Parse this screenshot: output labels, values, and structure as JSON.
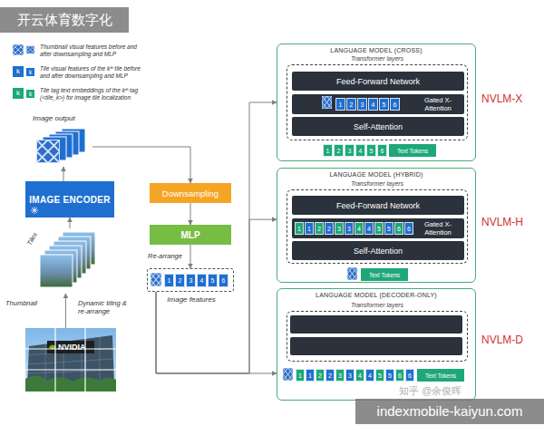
{
  "diagram": {
    "nodes": [
      {
        "text": [
          "Image output"
        ]
      },
      {
        "text": [
          "IMAGE ENCODER"
        ]
      },
      {
        "text": [
          "Tiles",
          "Thumbnail"
        ]
      },
      {
        "text": [
          "NVIDIA"
        ]
      },
      {
        "text": [
          "Downsampling"
        ]
      },
      {
        "text": [
          "MLP"
        ]
      },
      {
        "text": [
          "Image features"
        ]
      },
      {
        "text": [
          "1"
        ],
        "in": 6
      },
      {
        "text": [
          "2"
        ],
        "in": 6
      },
      {
        "text": [
          "3"
        ],
        "in": 6
      },
      {
        "text": [
          "4"
        ],
        "in": 6
      },
      {
        "text": [
          "5"
        ],
        "in": 6
      },
      {
        "text": [
          "6"
        ],
        "in": 6
      },
      {
        "text": [
          "LANGUAGE MODEL (CROSS)"
        ]
      },
      {
        "text": [
          "Transformer layers"
        ],
        "in": 13
      },
      {
        "text": [
          "Feed-Forward Network"
        ],
        "in": 14
      },
      {
        "text": [
          "Gated X-Attention"
        ],
        "in": 14
      },
      {
        "text": [
          "1"
        ],
        "in": 16
      },
      {
        "text": [
          "2"
        ],
        "in": 16
      },
      {
        "text": [
          "3"
        ],
        "in": 16
      },
      {
        "text": [
          "4"
        ],
        "in": 16
      },
      {
        "text": [
          "5"
        ],
        "in": 16
      },
      {
        "text": [
          "6"
        ],
        "in": 16
      },
      {
        "text": [
          "Self-Attention"
        ],
        "in": 14
      },
      {
        "text": [
          "1"
        ],
        "in": 13
      },
      {
        "text": [
          "2"
        ],
        "in": 13
      },
      {
        "text": [
          "3"
        ],
        "in": 13
      },
      {
        "text": [
          "4"
        ],
        "in": 13
      },
      {
        "text": [
          "5"
        ],
        "in": 13
      },
      {
        "text": [
          "6"
        ],
        "in": 13
      },
      {
        "text": [
          "Text Tokens"
        ],
        "in": 13
      },
      {
        "text": [
          "LANGUAGE MODEL (HYBRID)"
        ]
      },
      {
        "text": [
          "Transformer layers"
        ],
        "in": 31
      },
      {
        "text": [
          "Feed-Forward Network"
        ],
        "in": 32
      },
      {
        "text": [
          "Gated X-Attention"
        ],
        "in": 32
      },
      {
        "text": [
          "1"
        ],
        "in": 34
      },
      {
        "text": [
          "1"
        ],
        "in": 34
      },
      {
        "text": [
          "2"
        ],
        "in": 34
      },
      {
        "text": [
          "2"
        ],
        "in": 34
      },
      {
        "text": [
          "3"
        ],
        "in": 34
      },
      {
        "text": [
          "3"
        ],
        "in": 34
      },
      {
        "text": [
          "4"
        ],
        "in": 34
      },
      {
        "text": [
          "4"
        ],
        "in": 34
      },
      {
        "text": [
          "5"
        ],
        "in": 34
      },
      {
        "text": [
          "5"
        ],
        "in": 34
      },
      {
        "text": [
          "6"
        ],
        "in": 34
      },
      {
        "text": [
          "6"
        ],
        "in": 34
      },
      {
        "text": [
          "Self-Attention"
        ],
        "in": 32
      },
      {
        "text": [
          "Text Tokens"
        ],
        "in": 31
      },
      {
        "text": [
          "LANGUAGE MODEL (DECODER-ONLY)"
        ]
      },
      {
        "text": [
          "Transformer layers"
        ],
        "in": 49
      },
      {
        "text": [
          "1"
        ],
        "in": 49
      },
      {
        "text": [
          "1"
        ],
        "in": 49
      },
      {
        "text": [
          "2"
        ],
        "in": 49
      },
      {
        "text": [
          "2"
        ],
        "in": 49
      },
      {
        "text": [
          "3"
        ],
        "in": 49
      },
      {
        "text": [
          "3"
        ],
        "in": 49
      },
      {
        "text": [
          "4"
        ],
        "in": 49
      },
      {
        "text": [
          "4"
        ],
        "in": 49
      },
      {
        "text": [
          "5"
        ],
        "in": 49
      },
      {
        "text": [
          "5"
        ],
        "in": 49
      },
      {
        "text": [
          "6"
        ],
        "in": 49
      },
      {
        "text": [
          "6"
        ],
        "in": 49
      },
      {
        "text": [
          "Text Tokens"
        ],
        "in": 49
      }
    ],
    "edges": [
      {
        "from": 3,
        "to": 2,
        "arrow": "to",
        "label": "Dynamic tiling & re-arrange"
      },
      {
        "from": 2,
        "to": 1,
        "arrow": "to"
      },
      {
        "from": 1,
        "to": 0,
        "arrow": "to"
      },
      {
        "from": 0,
        "to": 4,
        "arrow": "to"
      },
      {
        "from": 4,
        "to": 5,
        "arrow": "to"
      },
      {
        "from": 5,
        "to": 6,
        "arrow": "to",
        "label": "Re-arrange"
      },
      {
        "from": 6,
        "to": 13,
        "arrow": "to"
      },
      {
        "from": 6,
        "to": 31,
        "arrow": "to"
      },
      {
        "from": 6,
        "to": 49,
        "arrow": "to"
      }
    ],
    "labels": [
      "开云体育数字化",
      "k",
      "k",
      "k",
      "k",
      "NVLM-X",
      "NVLM-H",
      "NVLM-D",
      "知乎 @余俊晖",
      "indexmobile-kaiyun.com"
    ],
    "legend": [
      {
        "text": "Thumbnail visual features before and after downsampling and MLP"
      },
      {
        "text": "Tile visual features of the kᵗʰ tile before and after downsampling and MLP",
        "color": "#1f6fd1"
      },
      {
        "text": "Tile tag text embeddings of the kᵗʰ tag (<tile_k>) for image tile localization",
        "color": "#1ea87a"
      }
    ]
  }
}
